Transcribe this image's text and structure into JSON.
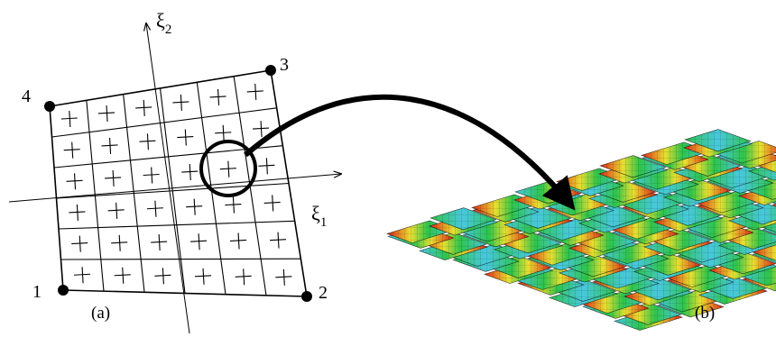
{
  "panel_a": {
    "label": "(a)",
    "node_labels": [
      "1",
      "2",
      "3",
      "4"
    ],
    "axis_1": {
      "symbol": "ξ",
      "subscript": "1"
    },
    "axis_2": {
      "symbol": "ξ",
      "subscript": "2"
    },
    "grid": {
      "rows": 6,
      "cols": 6
    },
    "marker": "+"
  },
  "panel_b": {
    "label": "(b)",
    "colors": {
      "red": "#dd2418",
      "green": "#2ec44a",
      "yellow": "#e8e030",
      "cyan": "#48c8e0",
      "blue": "#2050c8"
    }
  },
  "colors": {
    "line": "#000000"
  }
}
